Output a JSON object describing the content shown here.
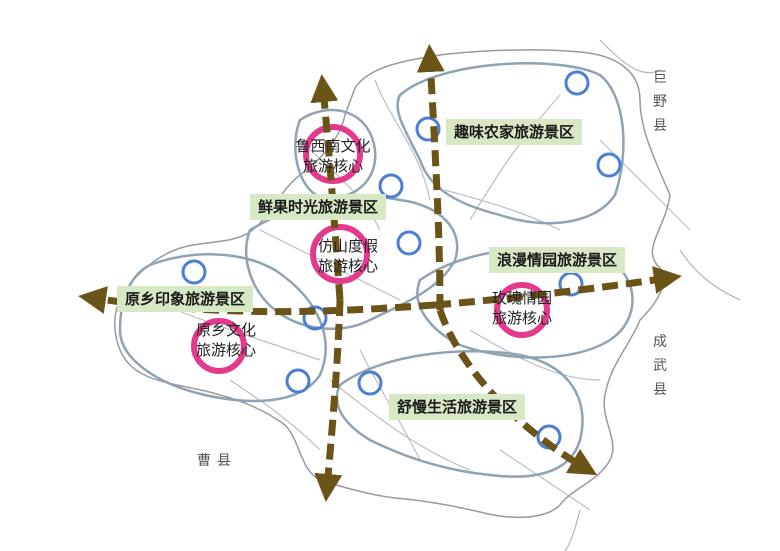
{
  "zones": [
    {
      "id": "quwei",
      "label": "趣味农家旅游景区"
    },
    {
      "id": "xianguo",
      "label": "鲜果时光旅游景区"
    },
    {
      "id": "langman",
      "label": "浪漫情园旅游景区"
    },
    {
      "id": "yuanxiang",
      "label": "原乡印象旅游景区"
    },
    {
      "id": "shuman",
      "label": "舒慢生活旅游景区"
    }
  ],
  "cores": [
    {
      "id": "luxinan",
      "line1": "鲁西南文化",
      "line2": "旅游核心"
    },
    {
      "id": "fangshan",
      "line1": "仿山度假",
      "line2": "旅游核心"
    },
    {
      "id": "meigui",
      "line1": "玫瑰情园",
      "line2": "旅游核心"
    },
    {
      "id": "yuanxiang_core",
      "line1": "原乡文化",
      "line2": "旅游核心"
    }
  ],
  "counties": {
    "juye": "巨野县",
    "chengwu": "成武县",
    "caoxian": "曹县"
  },
  "colors": {
    "axis": "#6b5418",
    "core_ring": "#e43a8e",
    "node_ring": "#4a7fd4",
    "zone_outline": "#8fa3b3",
    "boundary": "#9a9a9a",
    "label_bg": "#d7e8c4"
  }
}
